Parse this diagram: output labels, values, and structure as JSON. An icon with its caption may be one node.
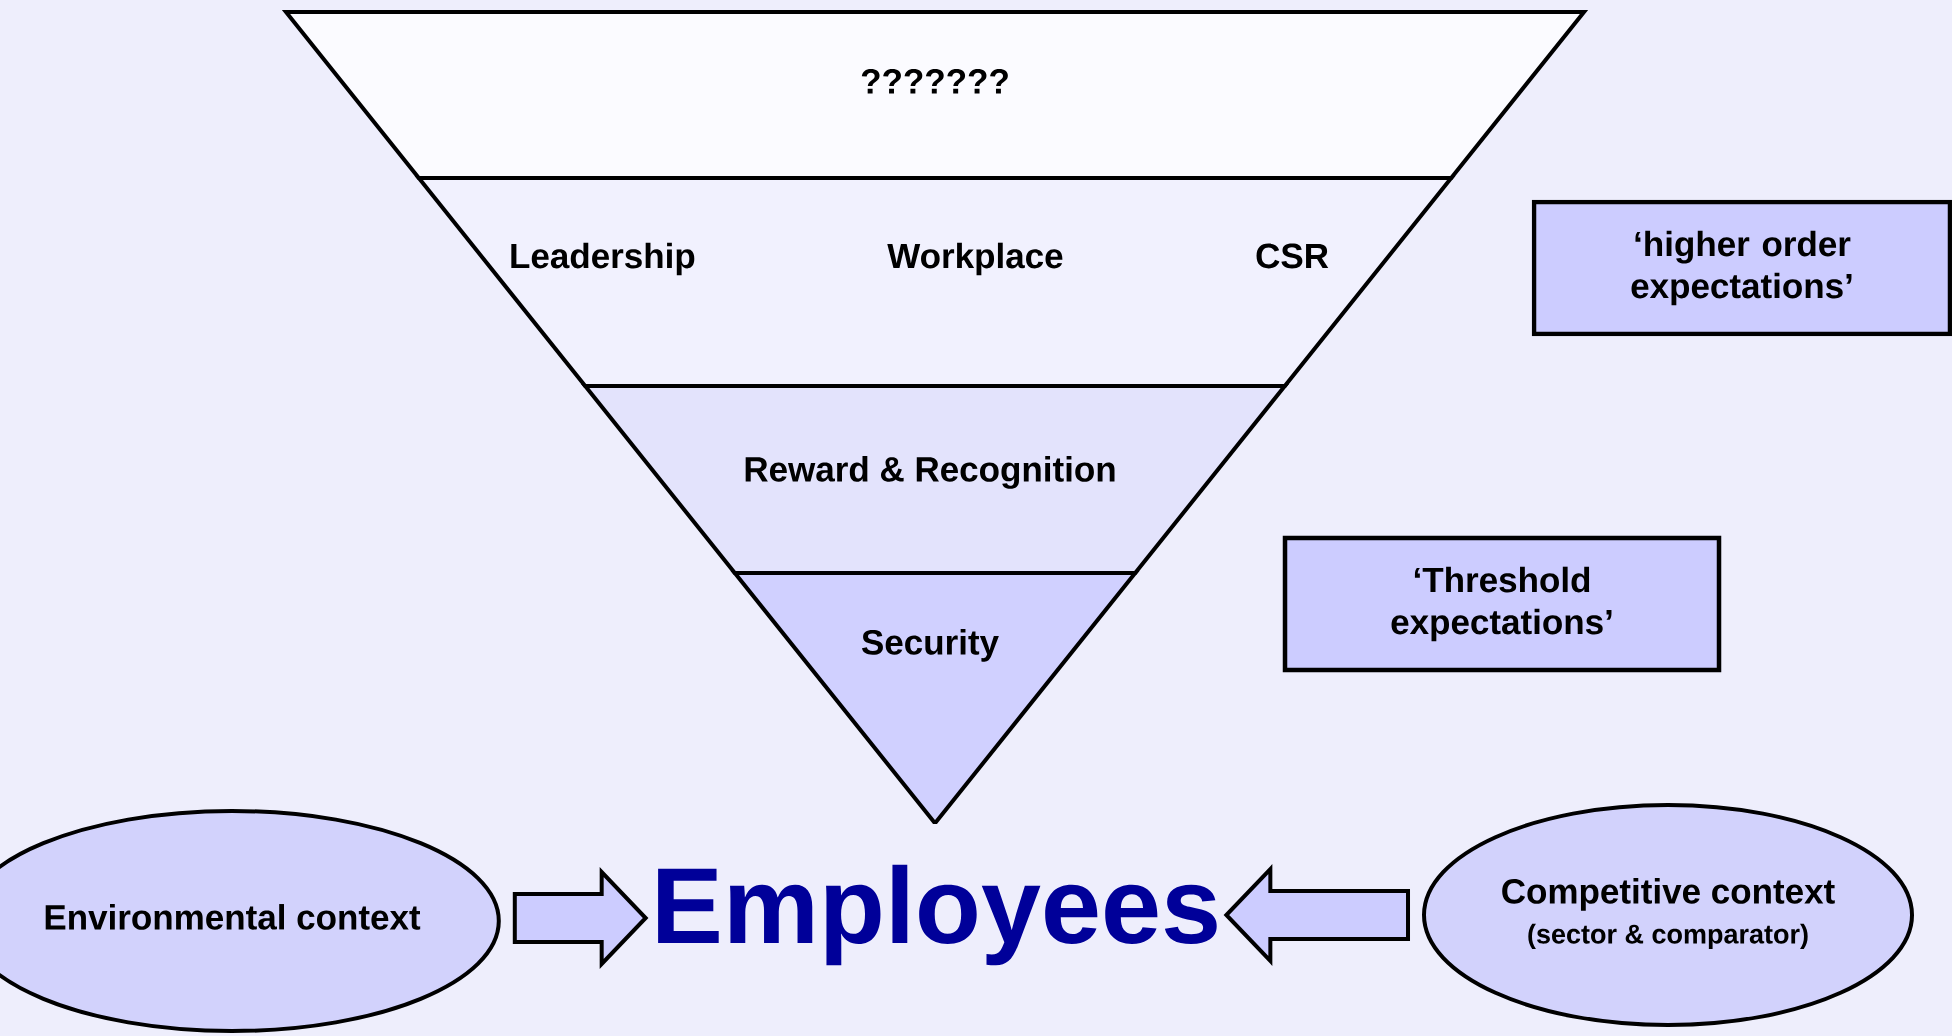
{
  "diagram": {
    "nodes": [
      {
        "text": [
          "???????"
        ]
      },
      {
        "text": [
          "Leadership",
          "Workplace",
          "CSR"
        ]
      },
      {
        "text": [
          "Reward & Recognition"
        ]
      },
      {
        "text": [
          "Security"
        ]
      },
      {
        "text": [
          "‘higher order expectations’"
        ]
      },
      {
        "text": [
          "‘Threshold expectations’"
        ]
      },
      {
        "text": [
          "Environmental context"
        ]
      },
      {
        "text": [
          "Employees"
        ]
      },
      {
        "text": [
          "Competitive context",
          "(sector & comparator)"
        ]
      }
    ],
    "edges": [
      {
        "from": 6,
        "to": 7,
        "arrow": "to"
      },
      {
        "from": 8,
        "to": 7,
        "arrow": "to"
      }
    ]
  }
}
